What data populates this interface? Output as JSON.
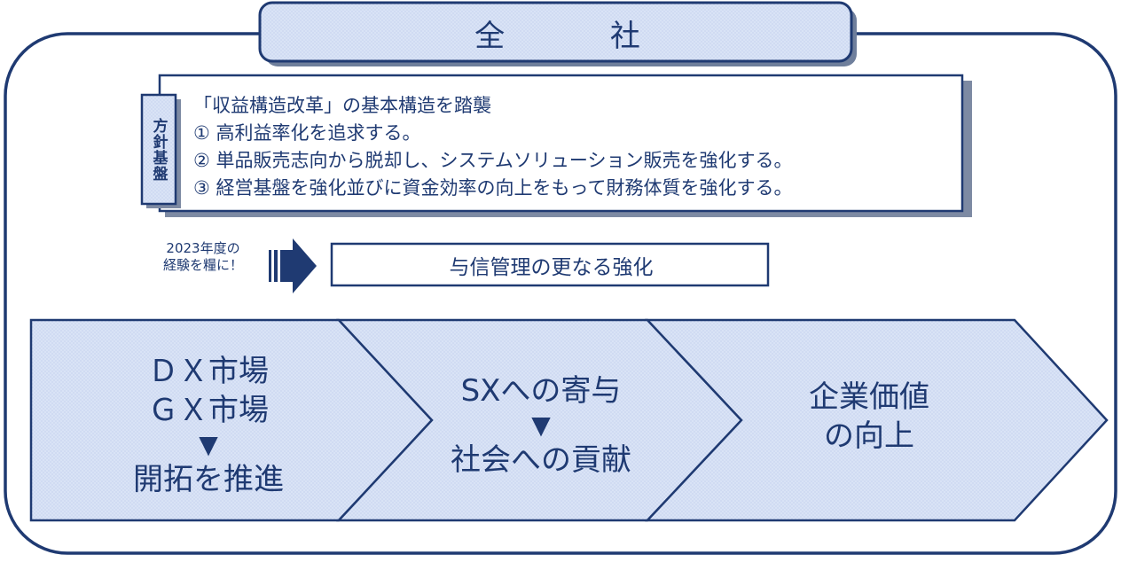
{
  "header": {
    "title": "全 社"
  },
  "policy": {
    "tag": "方針基盤",
    "lines": [
      "「収益構造改革」の基本構造を踏襲",
      "① 高利益率化を追求する。",
      "② 単品販売志向から脱却し、システムソリューション販売を強化する。",
      "③ 経営基盤を強化並びに資金効率の向上をもって財務体質を強化する。"
    ]
  },
  "lesson": {
    "line1": "2023年度の",
    "line2": "経験を糧に！"
  },
  "credit": {
    "label": "与信管理の更なる強化"
  },
  "steps": [
    {
      "line1": "ＤＸ市場",
      "line2": "ＧＸ市場",
      "marker": "▼",
      "line3": "開拓を推進"
    },
    {
      "line1": "SXへの寄与",
      "marker": "▼",
      "line2": "社会への貢献"
    },
    {
      "line1": "企業価値",
      "line2": "の向上"
    }
  ],
  "colors": {
    "stroke": "#1f3a72",
    "fill_light": "#d6e1f5",
    "fill_step": "#cfdcf3",
    "text": "#1f3a72"
  }
}
